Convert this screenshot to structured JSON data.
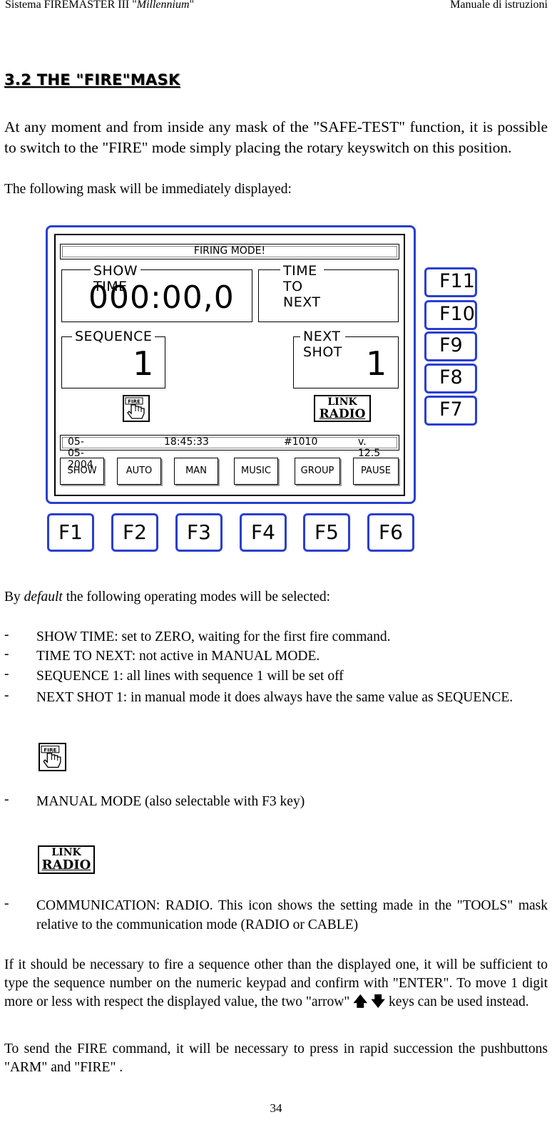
{
  "header": {
    "left_prefix": "Sistema FIREMASTER III \"",
    "left_italic": "Millennium",
    "left_suffix": "\"",
    "right": "Manuale di istruzioni"
  },
  "section": {
    "title": "3.2 THE \"FIRE\"MASK",
    "intro": "At any moment and from inside any mask of the \"SAFE-TEST\" function, it is possible to switch to the \"FIRE\" mode simply placing the rotary keyswitch on this position.",
    "intro2": "The following mask will be immediately displayed:"
  },
  "screen": {
    "title": "FIRING MODE!",
    "show_time_label": "SHOW TIME",
    "show_time_value": "000:00,0",
    "time_to_next_label": "TIME TO NEXT",
    "sequence_label": "SEQUENCE",
    "sequence_value": "1",
    "next_shot_label": "NEXT SHOT",
    "next_shot_value": "1",
    "fire_icon_text": "FIRE",
    "link_icon_top": "LINK",
    "link_icon_bottom": "RADIO",
    "status_date": "05-05-2004",
    "status_time": "18:45:33",
    "status_id": "#1010",
    "status_version": "v. 12.5",
    "softkeys": [
      "SHOW",
      "AUTO",
      "MAN",
      "MUSIC",
      "GROUP",
      "PAUSE"
    ]
  },
  "fkeys_bottom": [
    "F1",
    "F2",
    "F3",
    "F4",
    "F5",
    "F6"
  ],
  "fkeys_right": [
    "F11",
    "F10",
    "F9",
    "F8",
    "F7"
  ],
  "defaults": {
    "lead_by": "By ",
    "lead_italic": "default",
    "lead_rest": " the following operating modes will be selected:",
    "items": [
      "SHOW TIME: set to ZERO, waiting for the first fire command.",
      "TIME TO NEXT: not active in MANUAL MODE.",
      "SEQUENCE 1: all lines with sequence 1 will be set off",
      "NEXT SHOT 1: in manual mode it does always have the same value as SEQUENCE."
    ],
    "dash": "-"
  },
  "manual_mode": "MANUAL MODE (also selectable with F3 key)",
  "communication": "COMMUNICATION: RADIO. This icon shows the setting made in  the \"TOOLS\" mask relative to the communication mode (RADIO or CABLE)",
  "closing": {
    "p1_a": "If it should be necessary to fire a sequence other than the displayed one, it will be sufficient to type the sequence number on the numeric keypad and confirm with \"ENTER\". To move 1 digit more or less with respect the displayed value, the two \"arrow\" ",
    "arrow_up": "🡅",
    "arrow_down": "🡇",
    "p1_b": " keys can be used instead.",
    "p2": "To send the FIRE command, it will be necessary to press in rapid succession the pushbuttons \"ARM\" and \"FIRE\" ."
  },
  "page_number": "34"
}
